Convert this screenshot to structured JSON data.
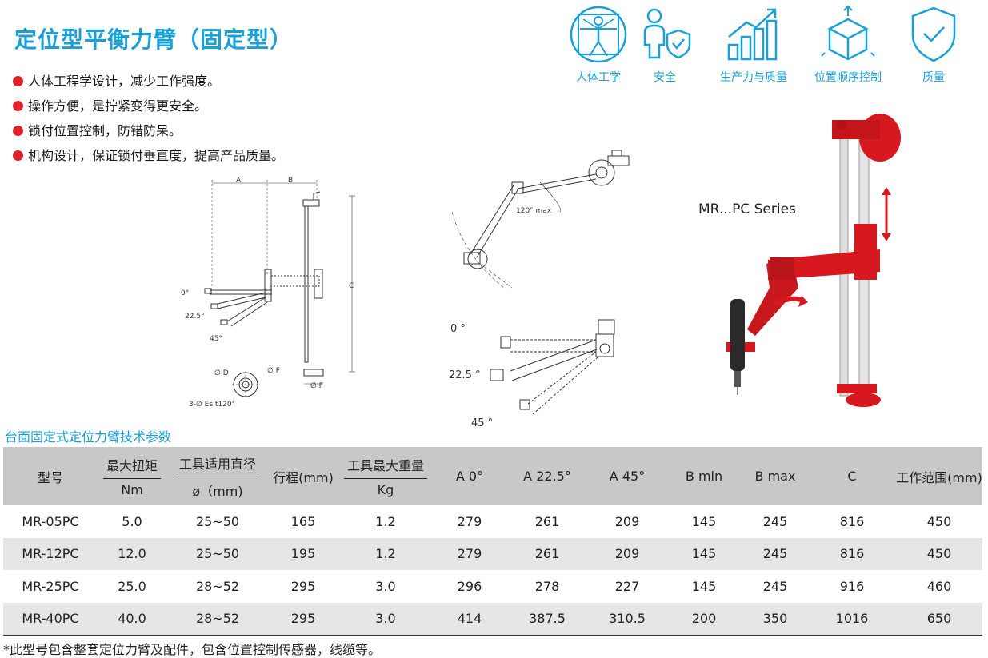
{
  "title": "定位型平衡力臂（固定型）",
  "bullets": [
    "人体工程学设计，减少工作强度。",
    "操作方便，是拧紧变得更安全。",
    "锁付位置控制，防错防呆。",
    "机构设计，保证锁付垂直度，提高产品质量。"
  ],
  "features": [
    {
      "label": "人体工学",
      "icon": "ergonomics-icon"
    },
    {
      "label": "安全",
      "icon": "safety-person-shield-icon"
    },
    {
      "label": "生产力与质量",
      "icon": "growth-chart-icon"
    },
    {
      "label": "位置顺序控制",
      "icon": "cube-position-icon"
    },
    {
      "label": "质量",
      "icon": "quality-shield-icon"
    }
  ],
  "series_label": "MR...PC  Series",
  "drawing_labels": {
    "dim_a": "A",
    "dim_b": "B",
    "dim_c": "C",
    "deg0": "0°",
    "deg225": "22.5°",
    "deg45": "45°",
    "phi_d": "∅ D",
    "phi_f": "∅ F",
    "phi_f2": "∅ F",
    "bolt": "3-∅ Es t120°",
    "max120": "120° max"
  },
  "side_angles": {
    "deg0": "0 °",
    "deg225": "22.5 °",
    "deg45": "45 °"
  },
  "accent": "#1aa0d8",
  "bullet_color": "#e0202a",
  "arm_color": "#d7191f",
  "table_title": "台面固定式定位力臂技术参数",
  "table": {
    "headers": {
      "model": "型号",
      "torque_top": "最大扭矩",
      "torque_bot": "Nm",
      "dia_top": "工具适用直径",
      "dia_bot": "ø（mm)",
      "stroke": "行程(mm)",
      "weight_top": "工具最大重量",
      "weight_bot": "Kg",
      "a0": "A 0°",
      "a225": "A 22.5°",
      "a45": "A 45°",
      "bmin": "B min",
      "bmax": "B max",
      "c": "C",
      "range": "工作范围(mm)"
    },
    "rows": [
      [
        "MR-05PC",
        "5.0",
        "25~50",
        "165",
        "1.2",
        "279",
        "261",
        "209",
        "145",
        "245",
        "816",
        "450"
      ],
      [
        "MR-12PC",
        "12.0",
        "25~50",
        "195",
        "1.2",
        "279",
        "261",
        "209",
        "145",
        "245",
        "816",
        "450"
      ],
      [
        "MR-25PC",
        "25.0",
        "28~52",
        "295",
        "3.0",
        "296",
        "278",
        "227",
        "145",
        "245",
        "916",
        "460"
      ],
      [
        "MR-40PC",
        "40.0",
        "28~52",
        "295",
        "3.0",
        "414",
        "387.5",
        "310.5",
        "200",
        "350",
        "1016",
        "650"
      ]
    ]
  },
  "note": "*此型号包含整套定位力臂及配件，包含位置控制传感器，线缆等。"
}
